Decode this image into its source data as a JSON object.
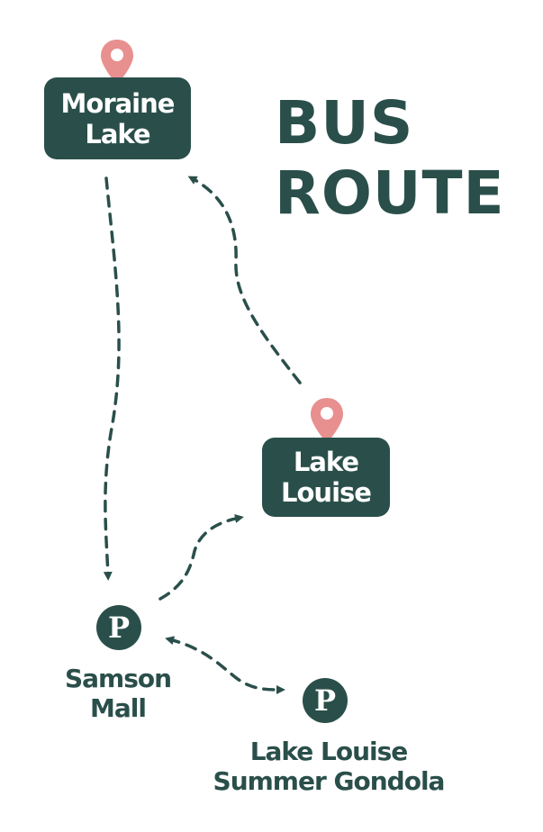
{
  "title": {
    "line1": "BUS",
    "line2": "ROUTE"
  },
  "stops": {
    "moraine_lake": {
      "line1": "Moraine",
      "line2": "Lake"
    },
    "lake_louise": {
      "line1": "Lake",
      "line2": "Louise"
    },
    "samson_mall": {
      "icon_letter": "P",
      "line1": "Samson",
      "line2": "Mall"
    },
    "gondola": {
      "icon_letter": "P",
      "line1": "Lake Louise",
      "line2": "Summer Gondola"
    }
  },
  "colors": {
    "primary": "#2a4f4a",
    "pin": "#e8908f",
    "background": "#ffffff"
  },
  "icons": {
    "pin": "map-pin-icon",
    "parking": "parking-icon"
  }
}
